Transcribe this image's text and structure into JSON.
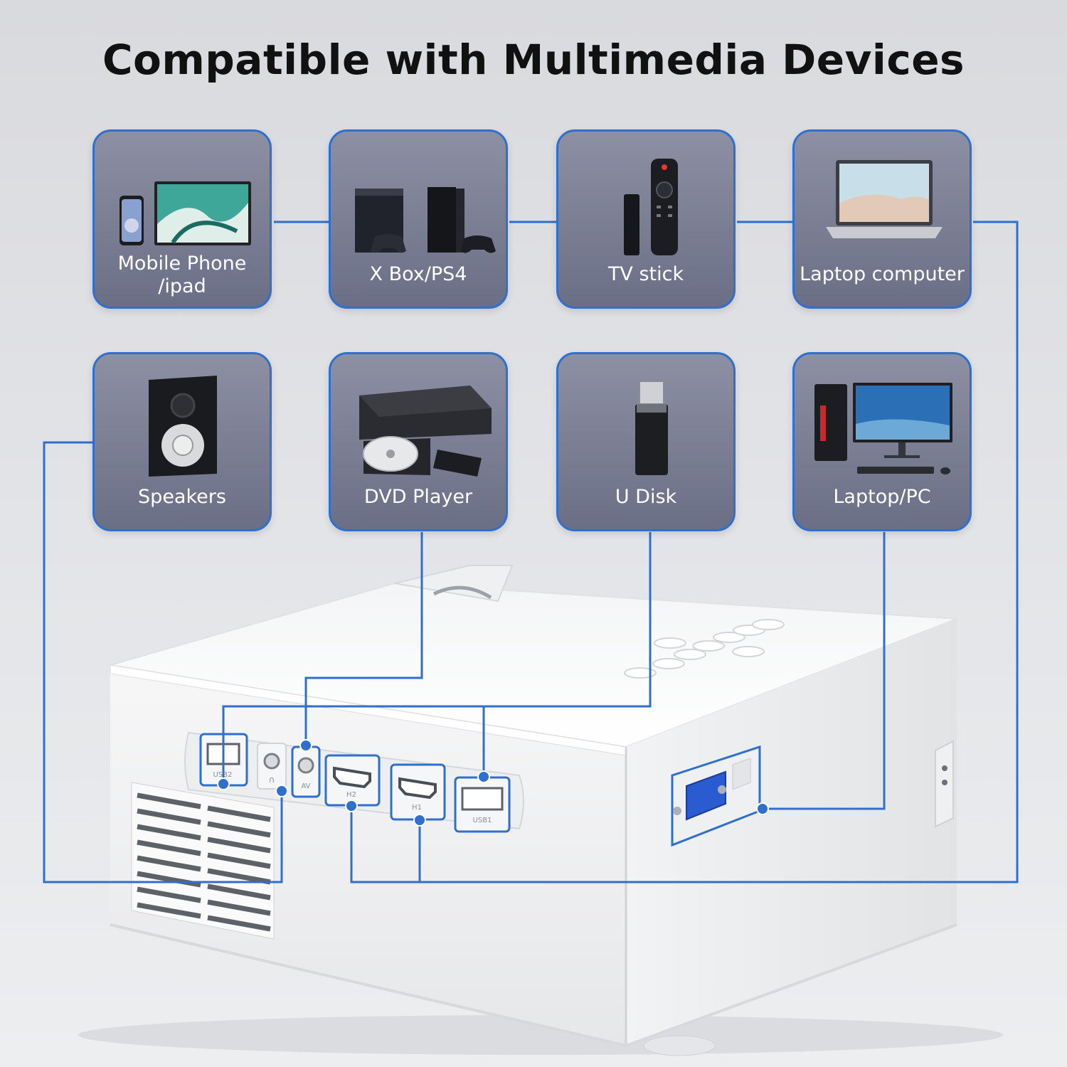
{
  "title": "Compatible with Multimedia Devices",
  "devices": [
    {
      "label": "Mobile Phone\n/ipad",
      "icon": "phone-tablet-icon"
    },
    {
      "label": "X Box/PS4",
      "icon": "game-console-icon"
    },
    {
      "label": "TV stick",
      "icon": "tv-stick-icon"
    },
    {
      "label": "Laptop computer",
      "icon": "laptop-icon"
    },
    {
      "label": "Speakers",
      "icon": "speaker-icon"
    },
    {
      "label": "DVD Player",
      "icon": "dvd-player-icon"
    },
    {
      "label": "U Disk",
      "icon": "usb-drive-icon"
    },
    {
      "label": "Laptop/PC",
      "icon": "desktop-pc-icon"
    }
  ],
  "ports": {
    "usb2": "USB2",
    "headphone": "∩",
    "av": "AV",
    "hdmi2": "H2",
    "hdmi1": "H1",
    "usb1": "USB1"
  },
  "colors": {
    "accent": "#2f6fcf",
    "card_top": "#8d90a3",
    "card_bottom": "#6b6f86"
  }
}
